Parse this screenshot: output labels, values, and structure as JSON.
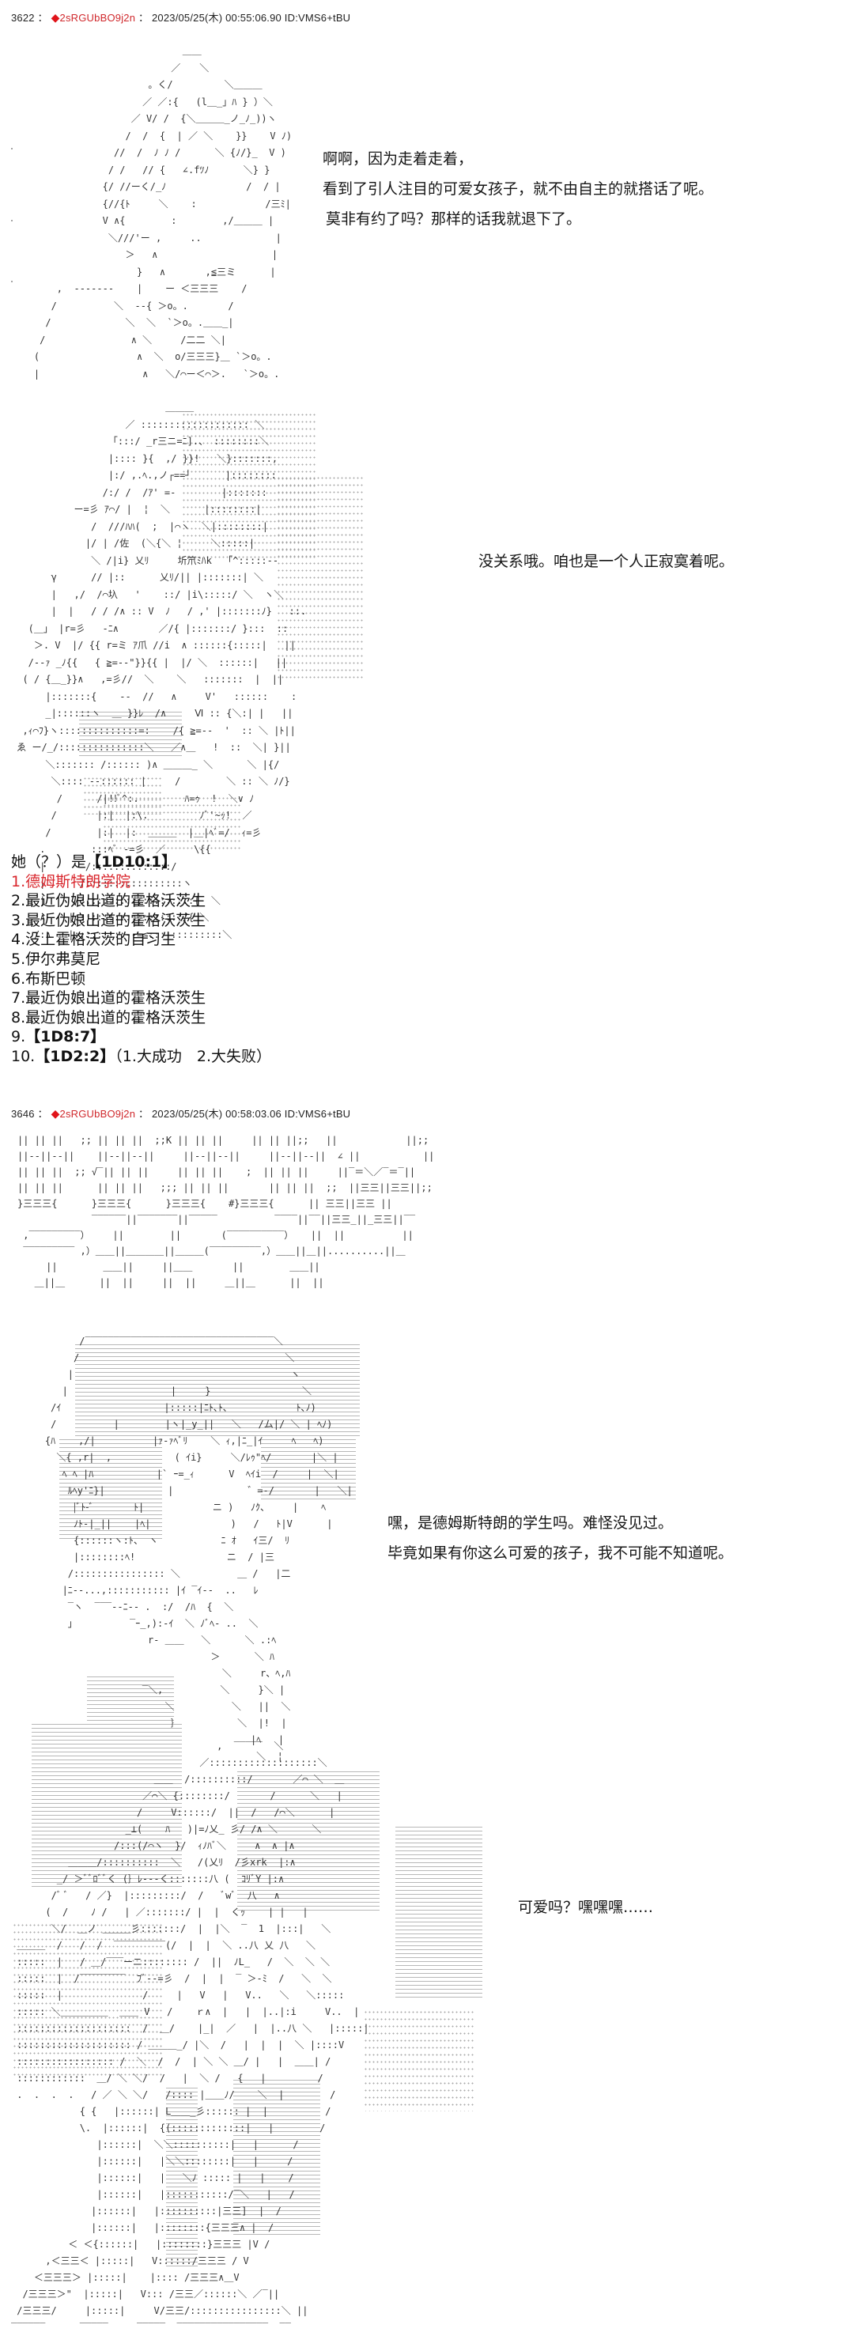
{
  "posts": [
    {
      "number": "3622",
      "separator": "：",
      "trip_mark": "◆",
      "trip": "2sRGUbBO9j2n",
      "date": "2023/05/25(木) 00:55:06.90",
      "id": "ID:VMS6+tBU",
      "sections": [
        {
          "art": "character-portrait-male",
          "dialogue": [
            "啊啊，因为走着走着，",
            "看到了引人注目的可爱女孩子，就不由自主的就搭话了呢。",
            "莫非有约了吗？那样的话我就退下了。"
          ]
        },
        {
          "art": "character-girl-with-long-hair",
          "dialogue": [
            "没关系哦。咱也是一个人正寂寞着呢。"
          ]
        }
      ],
      "roll": {
        "question": "她（？）是",
        "question_roll": "【1D10:1】",
        "options": [
          {
            "text": "1.德姆斯特朗学院",
            "highlight": true
          },
          {
            "text": "2.最近伪娘出道的霍格沃茨生"
          },
          {
            "text": "3.最近伪娘出道的霍格沃茨生"
          },
          {
            "text": "4.没上霍格沃茨的自习生"
          },
          {
            "text": "5.伊尔弗莫尼"
          },
          {
            "text": "6.布斯巴顿"
          },
          {
            "text": "7.最近伪娘出道的霍格沃茨生"
          },
          {
            "text": "8.最近伪娘出道的霍格沃茨生"
          },
          {
            "text": "9.",
            "roll": "【1D8:7】"
          },
          {
            "text": "10.",
            "roll": "【1D2:2】",
            "suffix": "（1.大成功　2.大失败）"
          }
        ]
      }
    },
    {
      "number": "3646",
      "separator": "：",
      "trip_mark": "◆",
      "trip": "2sRGUbBO9j2n",
      "date": "2023/05/25(木) 00:58:03.06",
      "id": "ID:VMS6+tBU",
      "sections": [
        {
          "art": "castle-building-banner",
          "dialogue": []
        },
        {
          "art": "character-boy-short-hair",
          "dialogue": [
            "嘿，是德姆斯特朗的学生吗。难怪没见过。",
            "毕竟如果有你这么可爱的孩子，我不可能不知道呢。"
          ]
        },
        {
          "art": "character-girl-posing",
          "dialogue": [
            "可爱吗？嘿嘿嘿……"
          ]
        }
      ]
    }
  ],
  "colors": {
    "trip": "#d0282c",
    "highlight": "#d9262c",
    "text": "#111111",
    "background": "#ffffff"
  }
}
